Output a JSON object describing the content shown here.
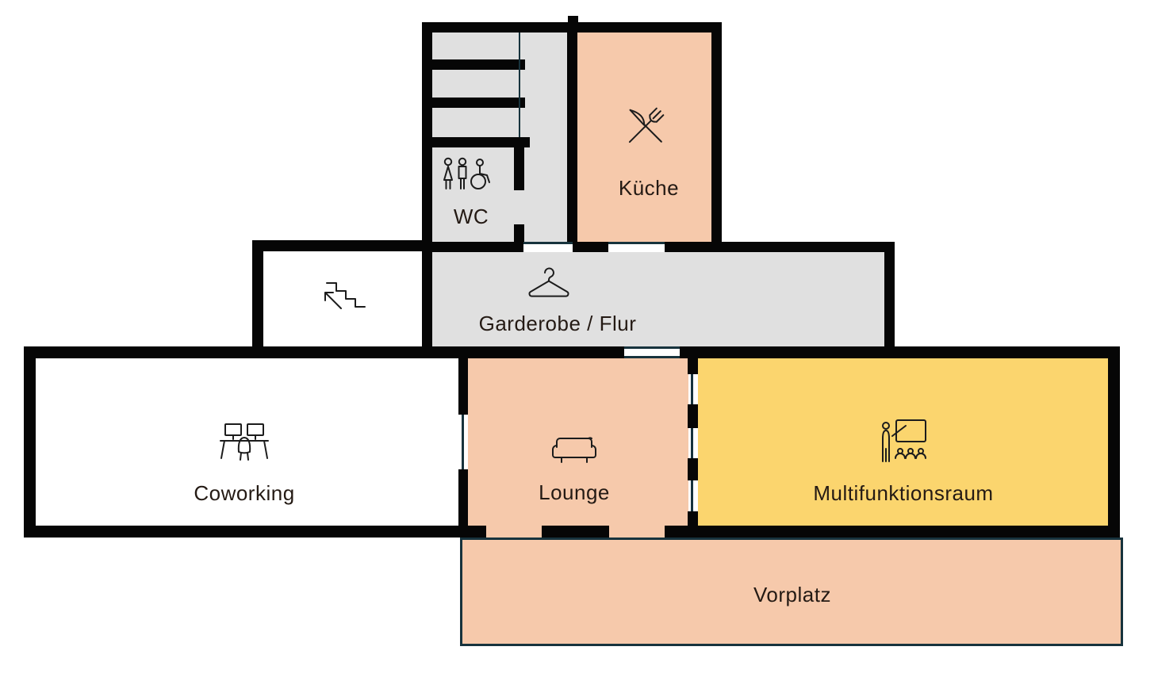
{
  "diagram_type": "floor-plan",
  "rooms": {
    "wc": {
      "label": "WC",
      "fill": "#e0e0e0",
      "icon": "restroom-icon"
    },
    "kueche": {
      "label": "Küche",
      "fill": "#f6c9ab",
      "icon": "fork-knife-icon"
    },
    "treppe": {
      "label": "",
      "fill": "#ffffff",
      "icon": "stairs-icon"
    },
    "garderobe": {
      "label": "Garderobe / Flur",
      "fill": "#e0e0e0",
      "icon": "hanger-icon"
    },
    "coworking": {
      "label": "Coworking",
      "fill": "#ffffff",
      "icon": "workstation-icon"
    },
    "lounge": {
      "label": "Lounge",
      "fill": "#f6c9ab",
      "icon": "sofa-icon"
    },
    "multifunktionsraum": {
      "label": "Multifunktionsraum",
      "fill": "#fbd56e",
      "icon": "presentation-icon"
    },
    "vorplatz": {
      "label": "Vorplatz",
      "fill": "#f6c9ab",
      "icon": null
    }
  },
  "colors": {
    "wall": "#060606",
    "opening_line": "#17333d",
    "room_gray": "#e0e0e0",
    "room_salmon": "#f6c9ab",
    "room_yellow": "#fbd56e",
    "room_white": "#ffffff",
    "label_text": "#241a14",
    "icon_stroke": "#1c1c1c",
    "background": "#ffffff"
  }
}
